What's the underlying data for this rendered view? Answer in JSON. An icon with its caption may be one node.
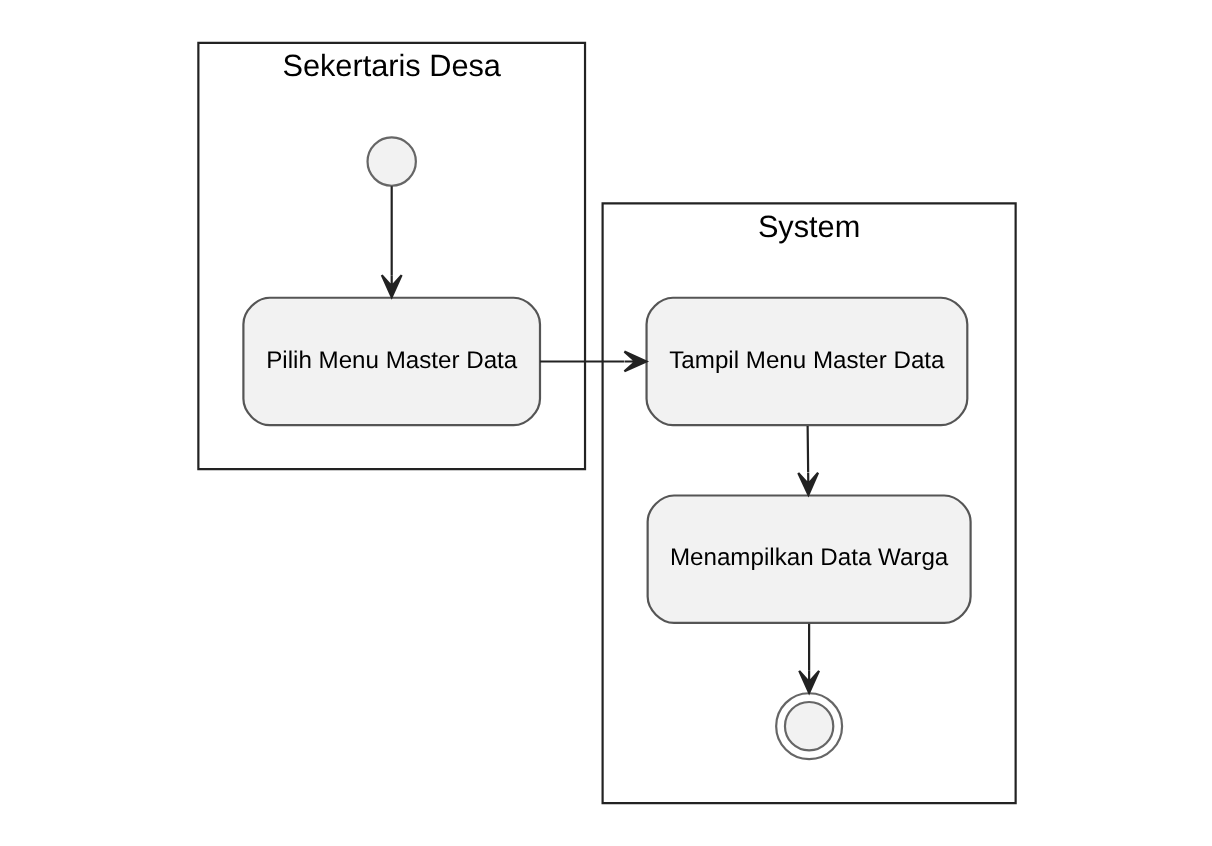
{
  "diagram": {
    "nodes": [
      {
        "text": [
          "Sekertaris Desa"
        ]
      },
      {
        "text": [
          "System"
        ]
      },
      {
        "text": [],
        "shape": "circle",
        "in": 0
      },
      {
        "text": [
          "Pilih Menu Master Data"
        ],
        "in": 0
      },
      {
        "text": [
          "Tampil Menu Master Data"
        ],
        "in": 1
      },
      {
        "text": [
          "Menampilkan Data Warga"
        ],
        "in": 1
      },
      {
        "text": [],
        "shape": "circle",
        "in": 1
      }
    ],
    "edges": [
      {
        "from": 2,
        "to": 3,
        "arrow": "to"
      },
      {
        "from": 3,
        "to": 4,
        "arrow": "to"
      },
      {
        "from": 4,
        "to": 5,
        "arrow": "to"
      },
      {
        "from": 5,
        "to": 6,
        "arrow": "to"
      }
    ]
  }
}
